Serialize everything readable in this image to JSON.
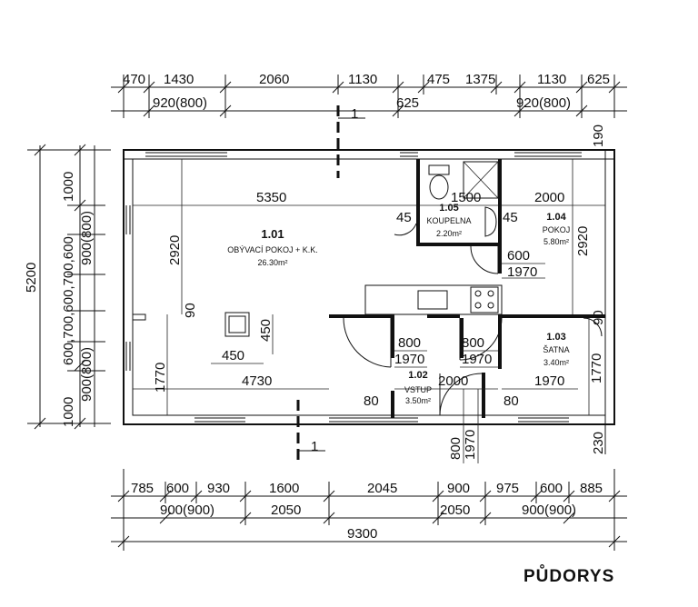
{
  "title": "PŮDORYS",
  "top_dims": {
    "row1": [
      "470",
      "1430",
      "2060",
      "1130",
      "475",
      "1375",
      "1130",
      "625"
    ],
    "row2": [
      "920(800)",
      "625",
      "920(800)"
    ]
  },
  "bottom_dims": {
    "row1": [
      "785",
      "600",
      "930",
      "1600",
      "2045",
      "900",
      "975",
      "600",
      "885"
    ],
    "row2": [
      "900(900)",
      "2050",
      "2050",
      "900(900)"
    ],
    "total": "9300"
  },
  "left_dims": {
    "total": "5200",
    "seg_top": "1000",
    "seg_mid": "600,700,600,700,600",
    "seg_bot": "1000",
    "win_top": "900(800)",
    "win_bot": "900(800)"
  },
  "right_dims": [
    "190",
    "2920",
    "90",
    "1770",
    "230"
  ],
  "rooms": [
    {
      "id": "1.01",
      "name": "OBÝVACÍ POKOJ + K.K.",
      "area": "26.30m²"
    },
    {
      "id": "1.05",
      "name": "KOUPELNA",
      "area": "2.20m²"
    },
    {
      "id": "1.04",
      "name": "POKOJ",
      "area": "5.80m²"
    },
    {
      "id": "1.03",
      "name": "ŠATNA",
      "area": "3.40m²"
    },
    {
      "id": "1.02",
      "name": "VSTUP",
      "area": "3.50m²"
    }
  ],
  "inner_dims": {
    "living_width": "5350",
    "living_height": "2920",
    "wall_90": "90",
    "lower_h": "1770",
    "lower_w": "4730",
    "stove_w": "450",
    "stove_h": "450",
    "bath_w": "1500",
    "bath_45a": "45",
    "bath_45b": "45",
    "room_w": "2000",
    "room_h": "2920",
    "door1_w": "600",
    "door1_h": "1970",
    "door2_w": "800",
    "door2_h": "1970",
    "door3_w": "800",
    "door3_h": "1970",
    "hall_w": "2000",
    "satna_h": "1770",
    "satna_door": "1970",
    "e80a": "80",
    "e80b": "80",
    "entry_w": "800",
    "entry_h": "1970"
  },
  "section_marks": [
    "1",
    "1"
  ]
}
